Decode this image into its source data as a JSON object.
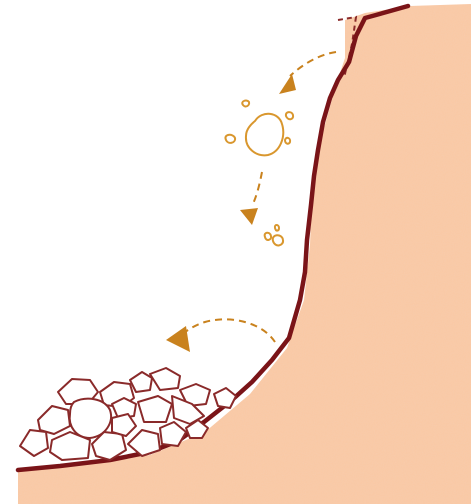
{
  "figure": {
    "subject": "rockfall-scree-slope",
    "icons": [
      "detachment-outline",
      "falling-boulder",
      "fall-arrow",
      "talus-pile"
    ]
  },
  "colors": {
    "background": "#ffffff",
    "hillside_fill": "#f9c9a6",
    "hillside_speckle": "#e9a986",
    "ground_line": "#7a1418",
    "debris_outline": "#8a2a2a",
    "falling_rock": "#d9972e",
    "arrow": "#c9821e"
  }
}
